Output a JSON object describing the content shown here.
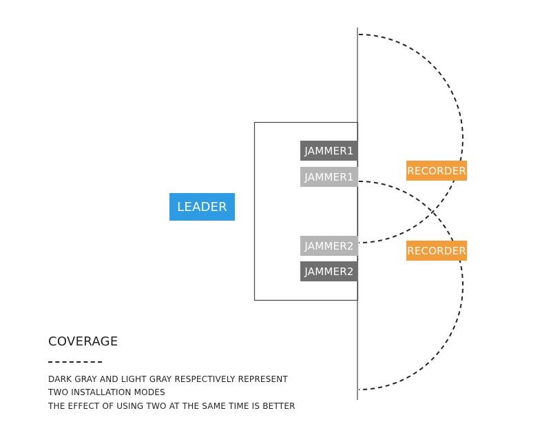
{
  "jammers": {
    "top_dark": "JAMMER1",
    "top_light": "JAMMER1",
    "bottom_light": "JAMMER2",
    "bottom_dark": "JAMMER2"
  },
  "leader": "LEADER",
  "recorders": {
    "upper": "RECORDER",
    "lower": "RECORDER"
  },
  "legend": {
    "title": "COVERAGE",
    "lines": [
      "DARK GRAY AND LIGHT GRAY RESPECTIVELY REPRESENT",
      "TWO INSTALLATION MODES",
      "THE EFFECT OF USING TWO AT THE SAME TIME IS BETTER"
    ]
  },
  "colors": {
    "leader": "#2f9be3",
    "recorder": "#f29d3a",
    "jammer_dark": "#6f6f6f",
    "jammer_light": "#b5b5b5"
  }
}
